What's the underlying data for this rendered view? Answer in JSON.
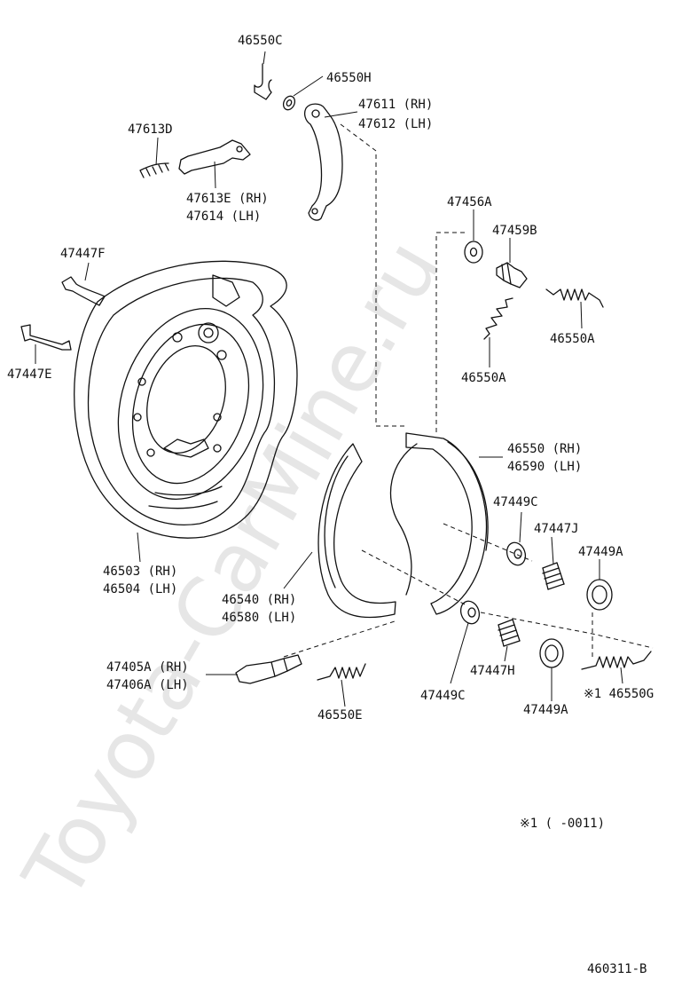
{
  "watermark": "Toyota-CarMine.ru",
  "labels": {
    "p46550C": "46550C",
    "p46550H": "46550H",
    "p47611_rh": "47611 (RH)",
    "p47612_lh": "47612 (LH)",
    "p47613D": "47613D",
    "p47613E_rh": "47613E (RH)",
    "p47614_lh": "47614  (LH)",
    "p47456A": "47456A",
    "p47459B": "47459B",
    "p46550A_upper": "46550A",
    "p46550A_lower": "46550A",
    "p47447F": "47447F",
    "p47447E": "47447E",
    "p46550_rh": "46550 (RH)",
    "p46590_lh": "46590 (LH)",
    "p47449C_upper": "47449C",
    "p47447J": "47447J",
    "p47449A_upper": "47449A",
    "p46503_rh": "46503 (RH)",
    "p46504_lh": "46504 (LH)",
    "p46540_rh": "46540 (RH)",
    "p46580_lh": "46580 (LH)",
    "p47405A_rh": "47405A (RH)",
    "p47406A_lh": "47406A (LH)",
    "p47447H": "47447H",
    "p47449C_lower": "47449C",
    "p47449A_lower": "47449A",
    "p46550G": "※1 46550G",
    "p46550E": "46550E"
  },
  "footnote": "※1 (      -0011)",
  "figure_id": "460311-B"
}
